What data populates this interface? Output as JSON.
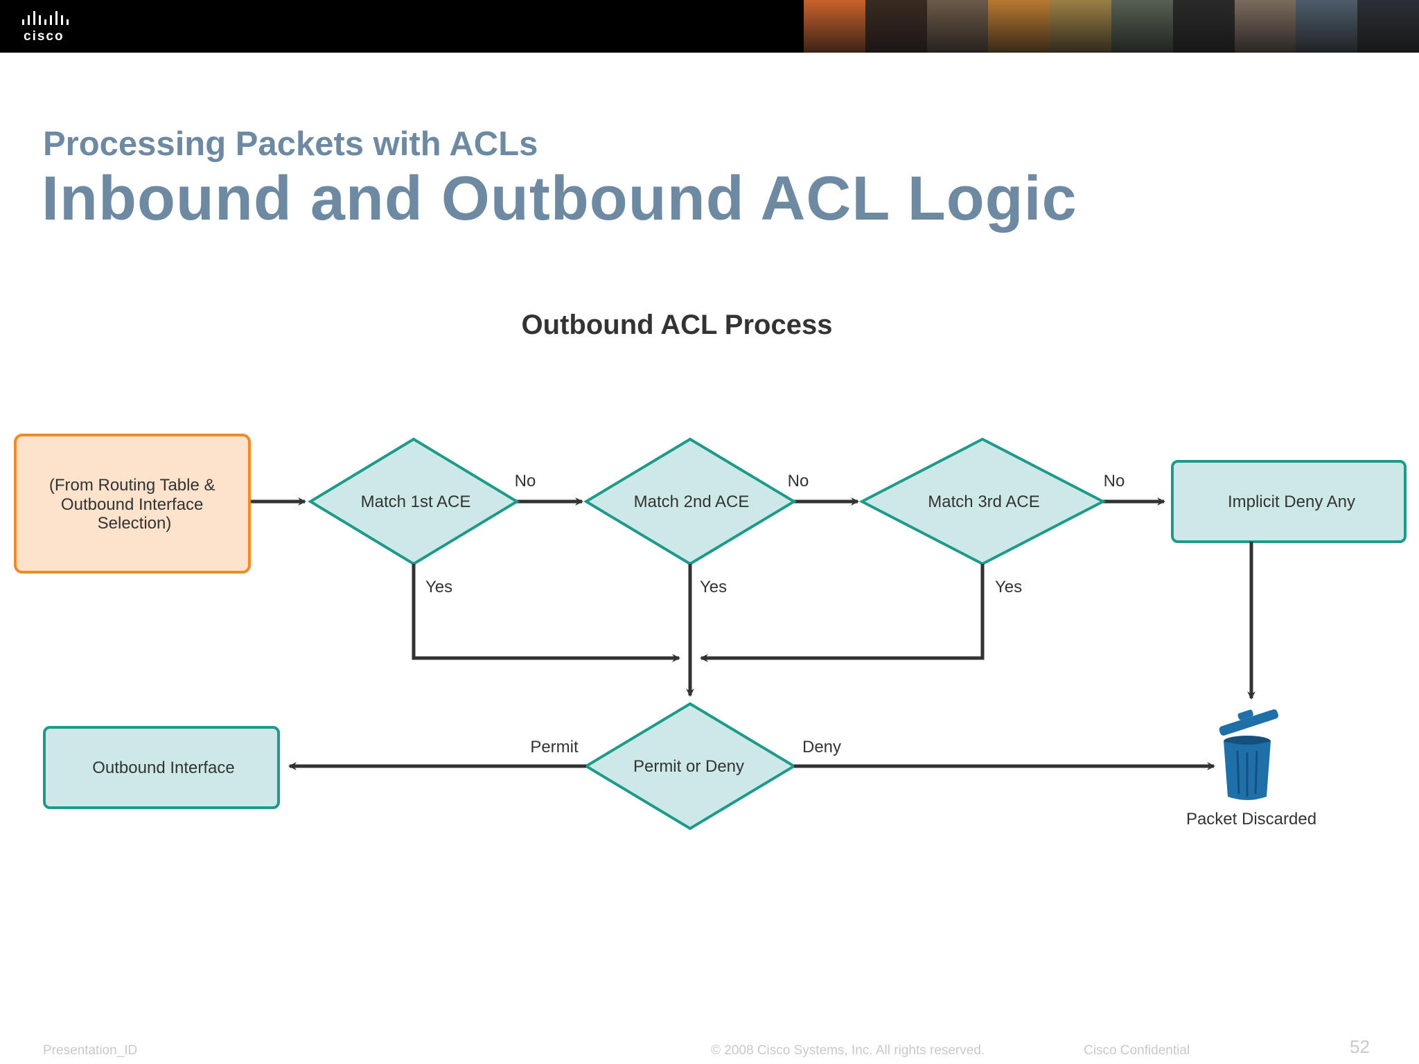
{
  "header": {
    "logo_text": "cisco",
    "photo_strip_colors": [
      "#c9612b",
      "#3a2a22",
      "#6b5a48",
      "#b8792f",
      "#9a7f45",
      "#566052",
      "#2a2a2a",
      "#7b6b5f",
      "#4e5d6a",
      "#2b2f36"
    ]
  },
  "slide": {
    "subtitle": "Processing Packets with ACLs",
    "title": "Inbound and Outbound ACL Logic"
  },
  "diagram": {
    "heading": "Outbound ACL Process",
    "source_box": {
      "lines": [
        "(From Routing Table &",
        "Outbound Interface",
        "Selection)"
      ]
    },
    "decisions": {
      "ace1": "Match 1st ACE",
      "ace2": "Match 2nd ACE",
      "ace3": "Match 3rd ACE",
      "permit_deny": "Permit or Deny"
    },
    "implicit_deny": "Implicit Deny Any",
    "outbound_interface": "Outbound Interface",
    "discard_label": "Packet Discarded",
    "edge_labels": {
      "no": "No",
      "yes": "Yes",
      "permit": "Permit",
      "deny": "Deny"
    },
    "colors": {
      "decision_fill": "#cde9e7",
      "decision_stroke": "#1e9a8a",
      "source_fill": "#fde2cc",
      "source_stroke": "#f08a24",
      "arrow": "#333333",
      "trash": "#1f6fa8"
    }
  },
  "footer": {
    "presentation_id": "Presentation_ID",
    "copyright": "© 2008 Cisco Systems, Inc. All rights reserved.",
    "confidential": "Cisco Confidential",
    "page_number": "52"
  }
}
